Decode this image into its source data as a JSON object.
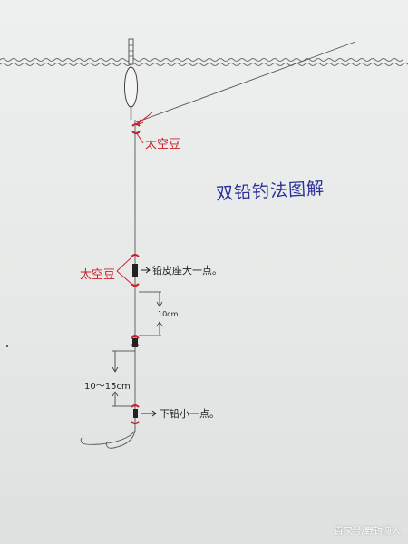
{
  "diagram": {
    "title": "双铅钓法图解",
    "labels": {
      "float_stopper_top": "太空豆",
      "float_stopper_mid": "太空豆",
      "upper_sinker": "铅皮座大一点。",
      "gap_10cm": "10cm",
      "gap_10_15cm": "10～15cm",
      "lower_sinker": "下铅小一点。"
    },
    "colors": {
      "line": "#555555",
      "stopper": "#c8202a",
      "title": "#2b2f9a",
      "water": "#6b6f75",
      "paper": "#e9ebea"
    }
  },
  "watermark": "百家号/野钓渔人"
}
